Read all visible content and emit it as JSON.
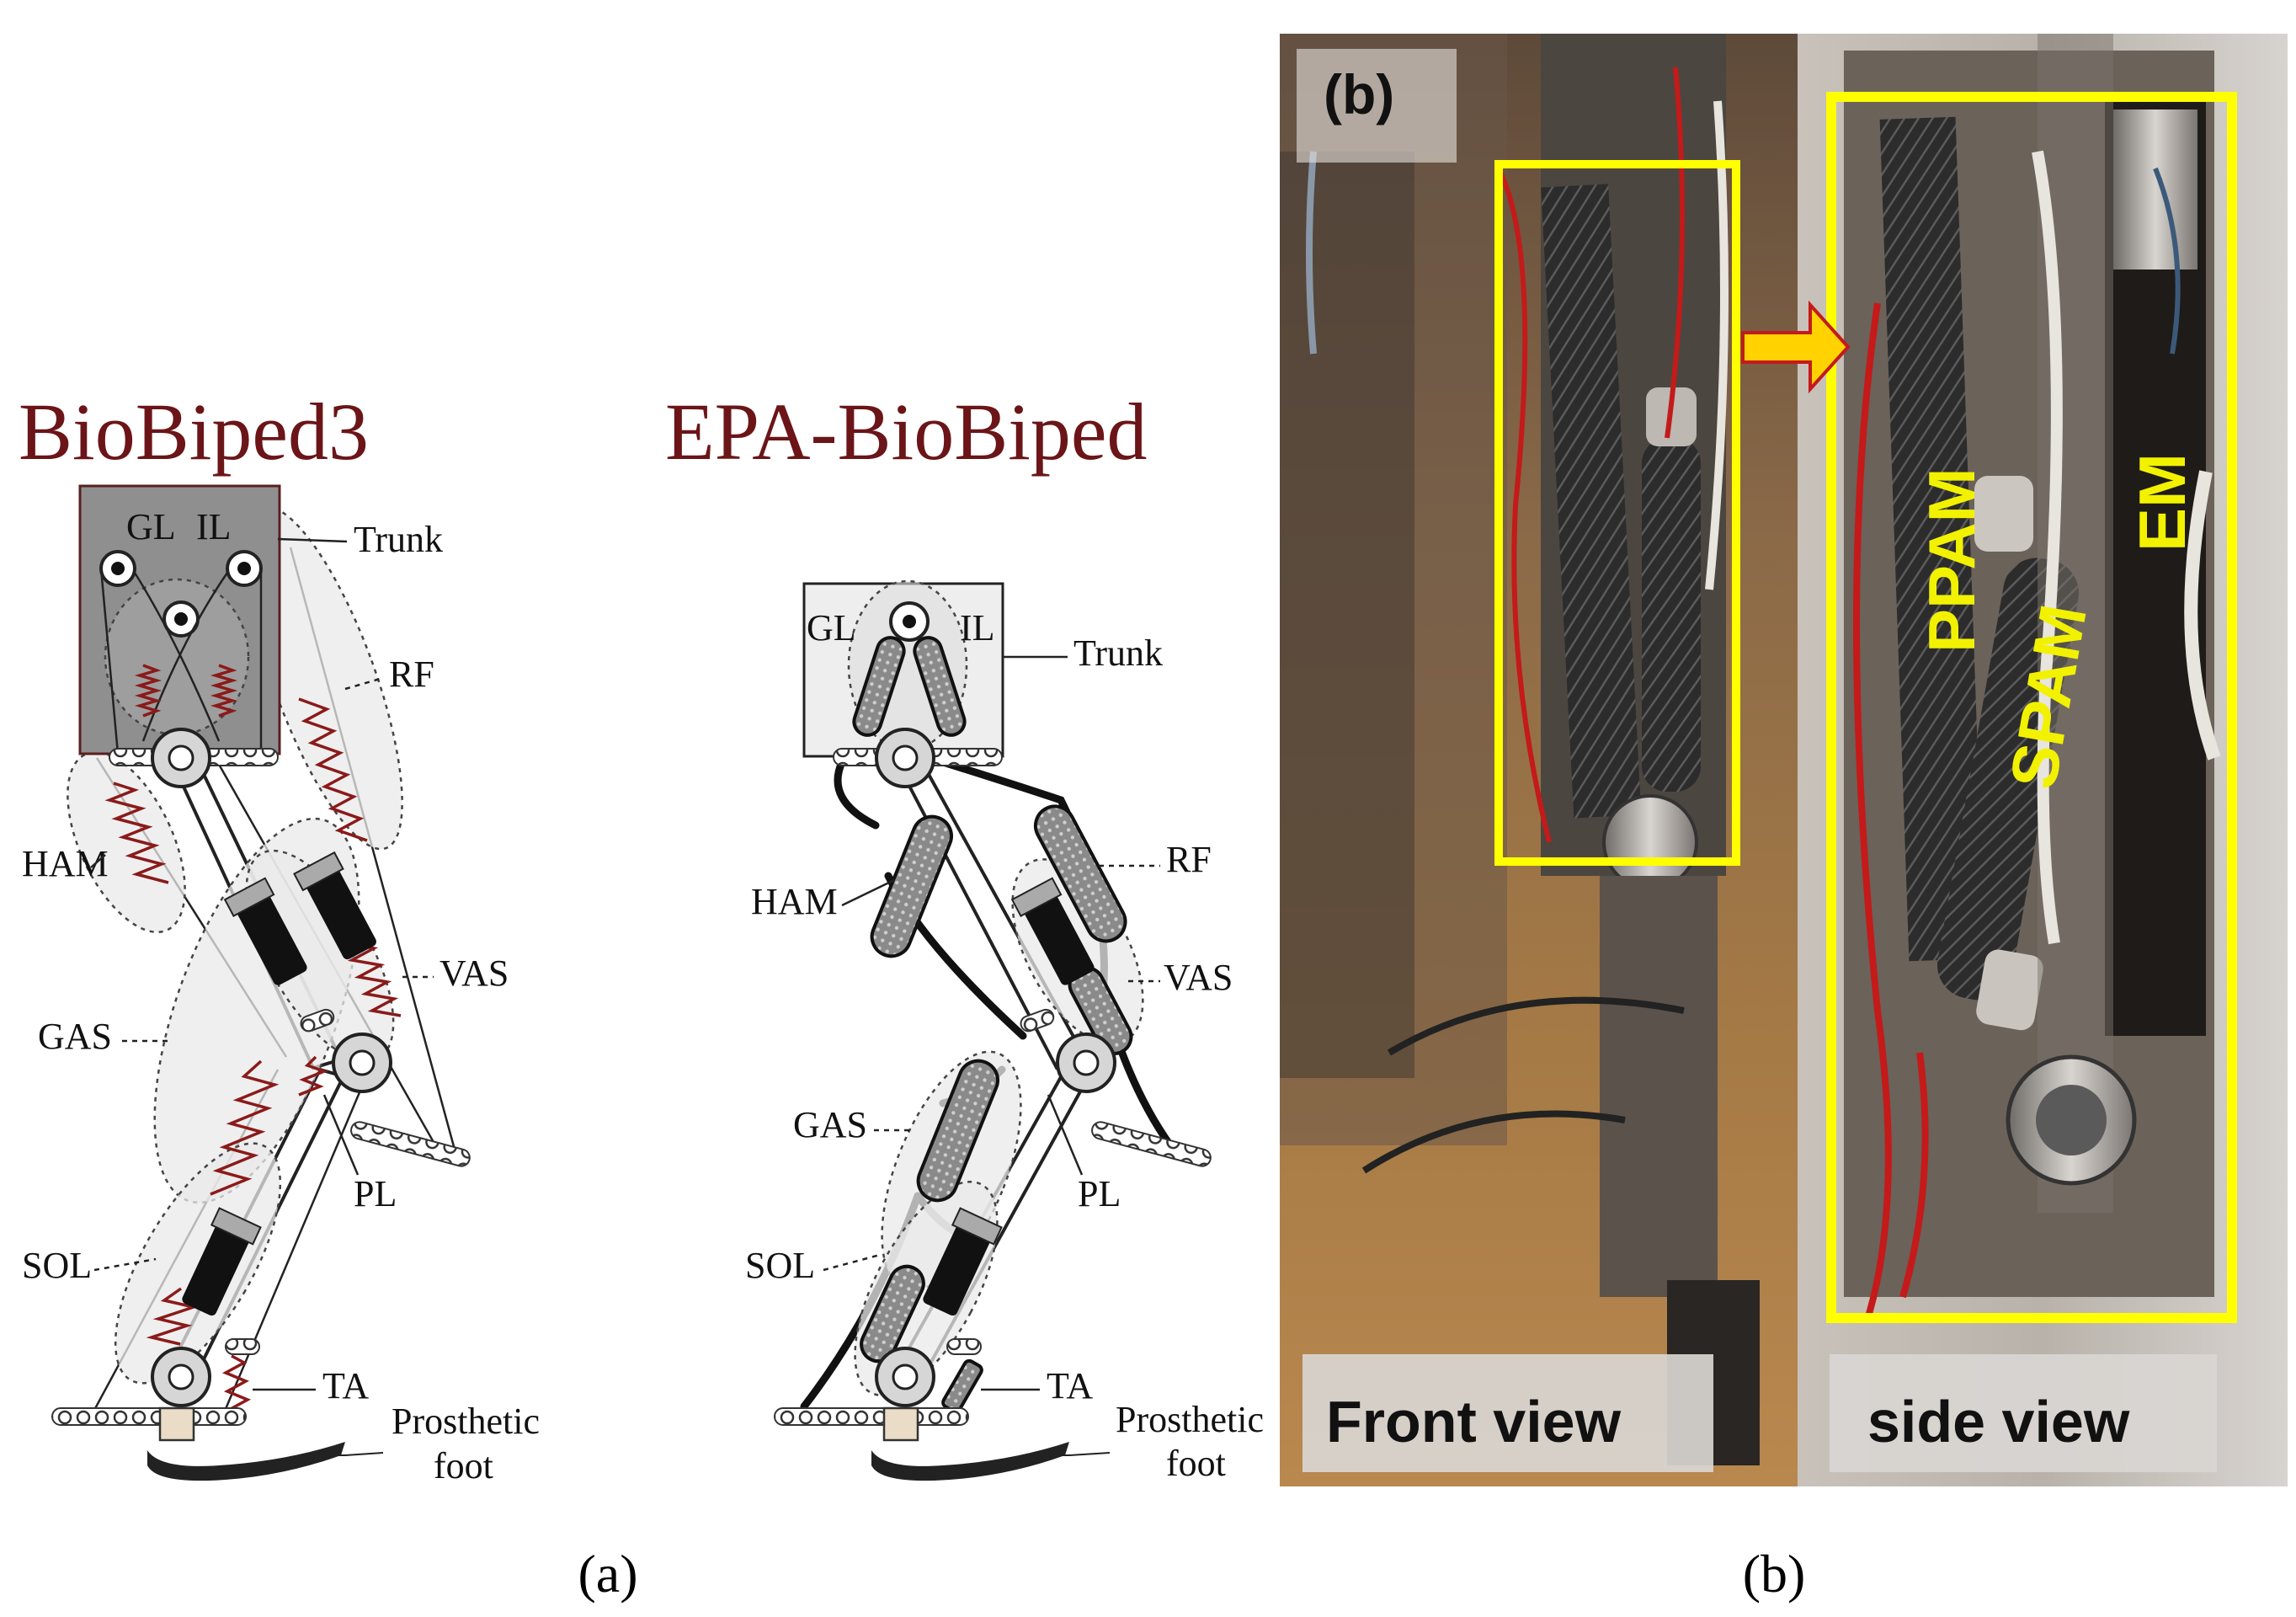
{
  "panel_a": {
    "left_title": "BioBiped3",
    "right_title": "EPA-BioBiped",
    "caption": "(a)",
    "left_labels": {
      "gl": "GL",
      "il": "IL",
      "trunk": "Trunk",
      "rf": "RF",
      "ham": "HAM",
      "vas": "VAS",
      "gas": "GAS",
      "pl": "PL",
      "sol": "SOL",
      "ta": "TA",
      "foot_line1": "Prosthetic",
      "foot_line2": "foot"
    },
    "right_labels": {
      "gl": "GL",
      "il": "IL",
      "trunk": "Trunk",
      "rf": "RF",
      "ham": "HAM",
      "vas": "VAS",
      "gas": "GAS",
      "pl": "PL",
      "sol": "SOL",
      "ta": "TA",
      "foot_line1": "Prosthetic",
      "foot_line2": "foot"
    }
  },
  "panel_b": {
    "corner_label": "(b)",
    "front_view": "Front view",
    "side_view": "side view",
    "ppam": "PPAM",
    "spam": "SPAM",
    "em": "EM",
    "caption": "(b)"
  },
  "colors": {
    "title": "#6b1518",
    "spring": "#8b1a1a",
    "highlight": "#ffff00",
    "arrow": "#ffd200",
    "trunk_fill_left": "#8f8f8f"
  }
}
